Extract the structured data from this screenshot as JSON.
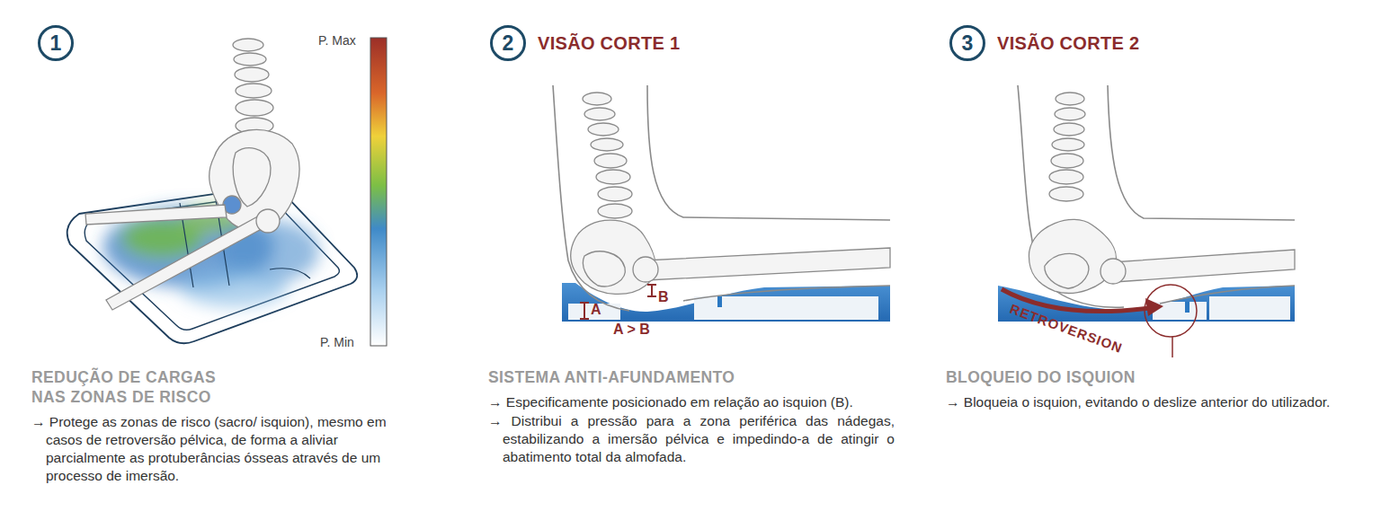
{
  "diagram": {
    "nodes": [
      {
        "text": [
          "1"
        ]
      },
      {
        "text": [
          "2",
          "VISÃO CORTE 1"
        ]
      },
      {
        "text": [
          "3",
          "VISÃO CORTE 2"
        ]
      }
    ],
    "labels": [
      "P. Max",
      "P. Min",
      "REDUÇÃO DE CARGAS NAS ZONAS DE RISCO",
      "→ Protege as zonas de risco (sacro/ isquion), mesmo em casos de retroversão pélvica, de forma a aliviar parcialmente as protuberâncias ósseas através de um processo de imersão.",
      "B",
      "A",
      "A > B",
      "SISTEMA ANTI-AFUNDAMENTO",
      "→ Especificamente posicionado em relação ao isquion (B).",
      "→ Distribui a pressão para a zona periférica das nádegas, estabilizando a imersão pélvica e impedindo-a de atingir o abatimento total da almofada.",
      "RETROVERSION",
      "BLOQUEIO DO ISQUION",
      "→ Bloqueia o isquion, evitando o deslize anterior do utilizador."
    ]
  }
}
